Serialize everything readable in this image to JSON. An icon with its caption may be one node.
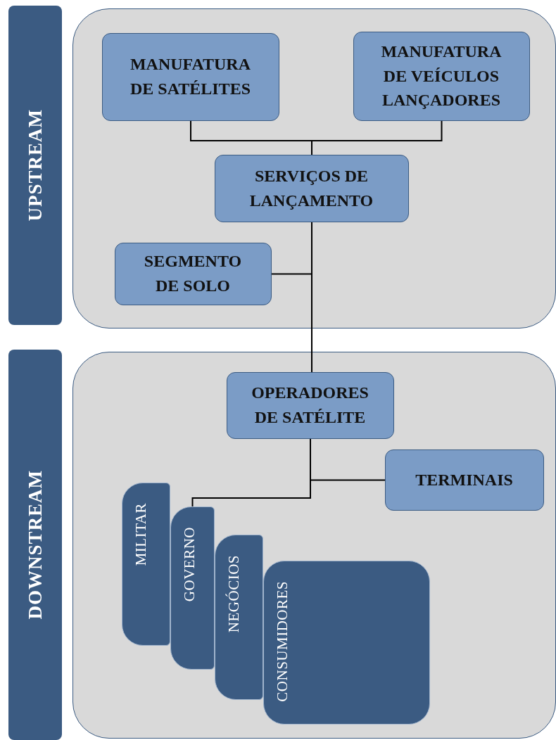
{
  "diagram": {
    "nodes": [
      {
        "text": [
          "UPSTREAM"
        ]
      },
      {
        "text": [],
        "shape": "box"
      },
      {
        "text": [
          "MANUFATURA DE SATÉLITES"
        ],
        "in": 1
      },
      {
        "text": [
          "MANUFATURA DE VEÍCULOS LANÇADORES"
        ],
        "in": 1
      },
      {
        "text": [
          "SERVIÇOS DE LANÇAMENTO"
        ],
        "in": 1
      },
      {
        "text": [
          "SEGMENTO DE SOLO"
        ],
        "in": 1
      },
      {
        "text": [
          "DOWNSTREAM"
        ]
      },
      {
        "text": [],
        "shape": "box"
      },
      {
        "text": [
          "OPERADORES DE SATÉLITE"
        ],
        "in": 7
      },
      {
        "text": [
          "TERMINAIS"
        ],
        "in": 7
      },
      {
        "text": [
          "MILITAR"
        ],
        "in": 7
      },
      {
        "text": [
          "GOVERNO"
        ],
        "in": 7
      },
      {
        "text": [
          "NEGÓCIOS"
        ],
        "in": 7
      },
      {
        "text": [
          "CONSUMIDORES"
        ],
        "in": 7
      }
    ],
    "edges": [
      {
        "from": 2,
        "to": 4,
        "arrow": "none"
      },
      {
        "from": 3,
        "to": 4,
        "arrow": "none"
      },
      {
        "from": 4,
        "to": 5,
        "arrow": "none"
      },
      {
        "from": 4,
        "to": 8,
        "arrow": "none"
      },
      {
        "from": 8,
        "to": 9,
        "arrow": "none"
      },
      {
        "from": 8,
        "to": 11,
        "arrow": "none"
      }
    ]
  }
}
